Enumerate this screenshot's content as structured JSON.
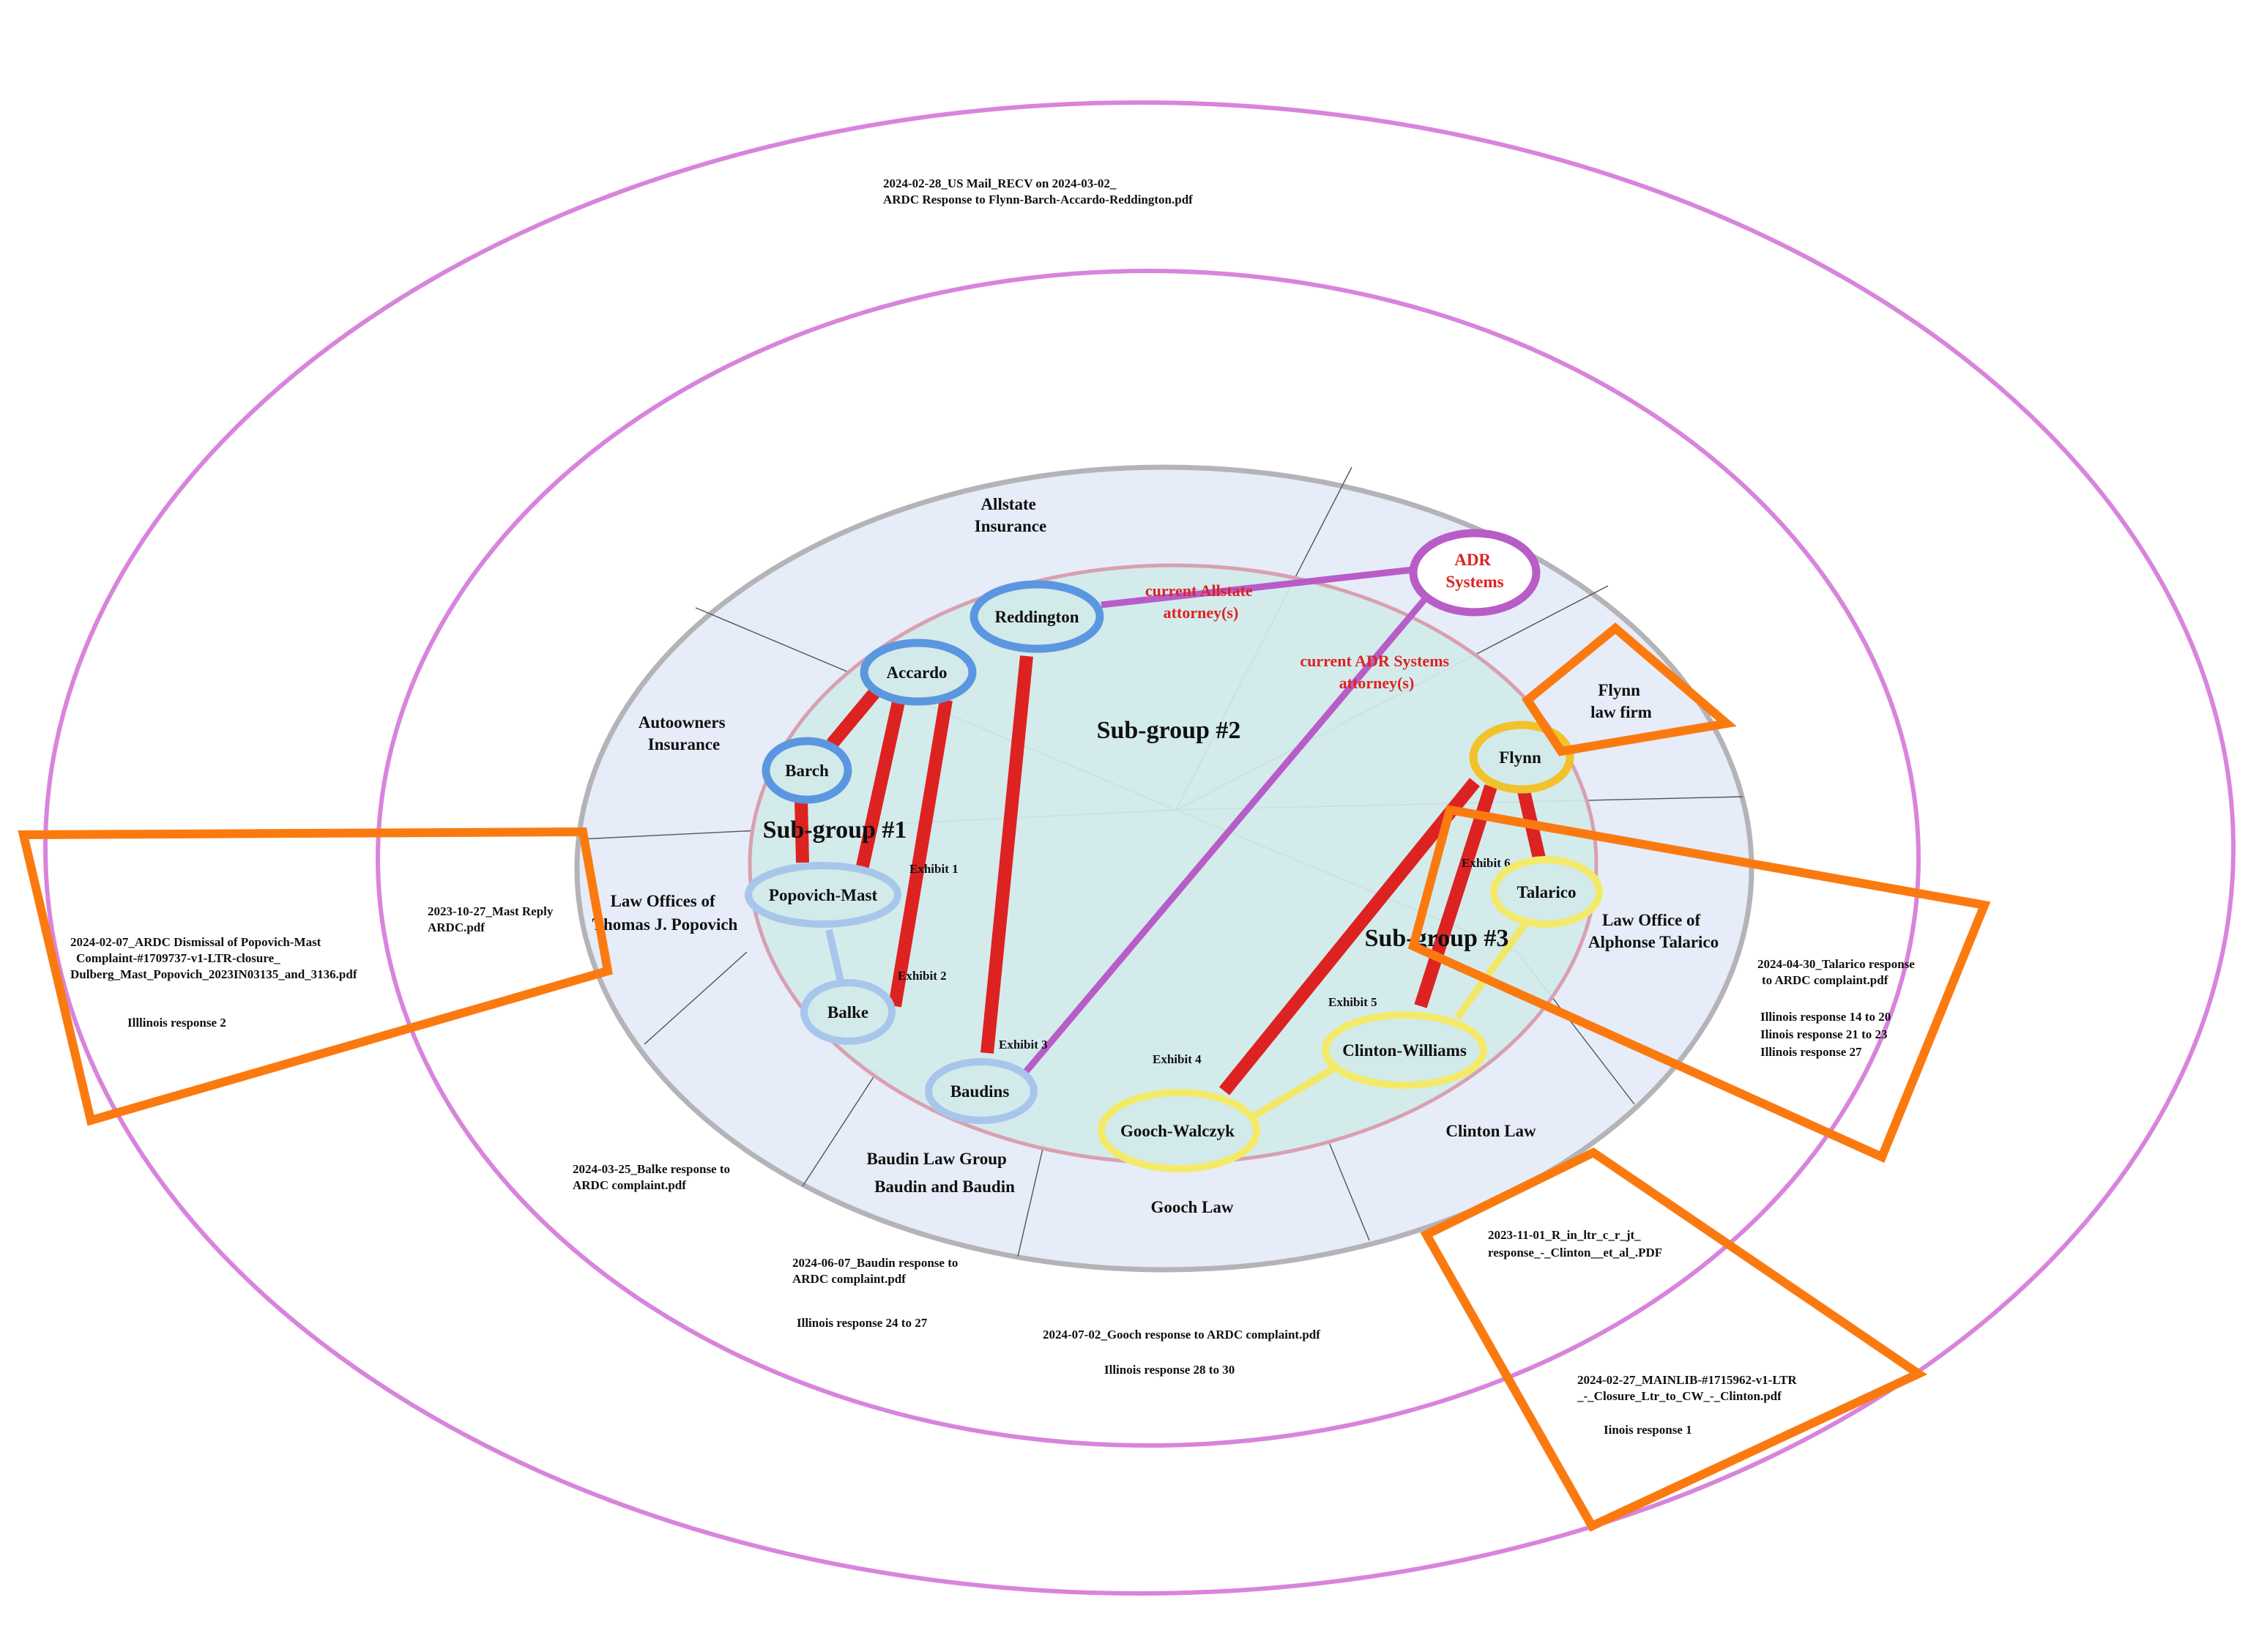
{
  "colors": {
    "background": "#ffffff",
    "outer_ring": "#d884dc",
    "org_disc_fill": "#e6ecf8",
    "org_disc_stroke": "#b4b4b8",
    "inner_disc_fill": "#d3eaea",
    "inner_disc_stroke": "#d8a0b0",
    "connection_red": "#dd2222",
    "connection_purple": "#b85cc8",
    "connection_light_blue": "#a8c6ec",
    "connection_yellow": "#f2e868",
    "node_blue": "#5b97e0",
    "node_light_blue": "#a8c6ec",
    "node_yellow": "#f4ea6a",
    "node_gold": "#f2c22c",
    "node_purple": "#b85cc8",
    "callout_orange": "#fb7a10"
  },
  "documents": {
    "top_line1": "2024-02-28_US Mail_RECV on 2024-03-02_",
    "top_line2": "ARDC Response to Flynn-Barch-Accardo-Reddington.pdf",
    "mast_reply_line1": "2023-10-27_Mast Reply",
    "mast_reply_line2": "ARDC.pdf",
    "dismissal_line1": "2024-02-07_ARDC Dismissal of Popovich-Mast",
    "dismissal_line2": "Complaint-#1709737-v1-LTR-closure_",
    "dismissal_line3": "Dulberg_Mast_Popovich_2023IN03135_and_3136.pdf",
    "dismissal_note": "Illlinois response 2",
    "balke_line1": "2024-03-25_Balke response to",
    "balke_line2": "ARDC complaint.pdf",
    "baudin_line1": "2024-06-07_Baudin response to",
    "baudin_line2": "ARDC complaint.pdf",
    "baudin_note": "Illinois response 24 to 27",
    "gooch_line1": "2024-07-02_Gooch response to ARDC complaint.pdf",
    "gooch_note": "Illinois response 28 to 30",
    "talarico_line1": "2024-04-30_Talarico response",
    "talarico_line2": "to ARDC complaint.pdf",
    "talarico_note1": "Illinois response 14 to 20",
    "talarico_note2": "Ilinois response 21 to 23",
    "talarico_note3": "Illinois response 27",
    "clinton_line1": "2023-11-01_R_in_ltr_c_r_jt_",
    "clinton_line2": "response_-_Clinton__et_al_.PDF",
    "mainlib_line1": "2024-02-27_MAINLIB-#1715962-v1-LTR",
    "mainlib_line2": "_-_Closure_Ltr_to_CW_-_Clinton.pdf",
    "mainlib_note": "Iinois response 1"
  },
  "organizations": {
    "allstate_line1": "Allstate",
    "allstate_line2": "Insurance",
    "autoowners_line1": "Autoowners",
    "autoowners_line2": "Insurance",
    "popovich_office_line1": "Law Offices of",
    "popovich_office_line2": "Thomas J. Popovich",
    "flynn_firm_line1": "Flynn",
    "flynn_firm_line2": "law firm",
    "talarico_office_line1": "Law Office of",
    "talarico_office_line2": "Alphonse Talarico",
    "clinton_law": "Clinton Law",
    "gooch_law": "Gooch Law",
    "baudin_group_line1": "Baudin Law Group",
    "baudin_group_line2": "Baudin and Baudin"
  },
  "subgroups": {
    "one": "Sub-group #1",
    "two": "Sub-group #2",
    "three": "Sub-group #3"
  },
  "annotations": {
    "allstate_attorney_line1": "current Allstate",
    "allstate_attorney_line2": "attorney(s)",
    "adr_attorney_line1": "current ADR Systems",
    "adr_attorney_line2": "attorney(s)"
  },
  "exhibits": {
    "e1": "Exhibit 1",
    "e2": "Exhibit 2",
    "e3": "Exhibit 3",
    "e4": "Exhibit 4",
    "e5": "Exhibit 5",
    "e6": "Exhibit 6"
  },
  "people": {
    "reddington": "Reddington",
    "accardo": "Accardo",
    "barch": "Barch",
    "popovich_mast": "Popovich-Mast",
    "balke": "Balke",
    "baudins": "Baudins",
    "adr_line1": "ADR",
    "adr_line2": "Systems",
    "flynn": "Flynn",
    "talarico": "Talarico",
    "clinton_williams": "Clinton-Williams",
    "gooch_walczyk": "Gooch-Walczyk"
  }
}
